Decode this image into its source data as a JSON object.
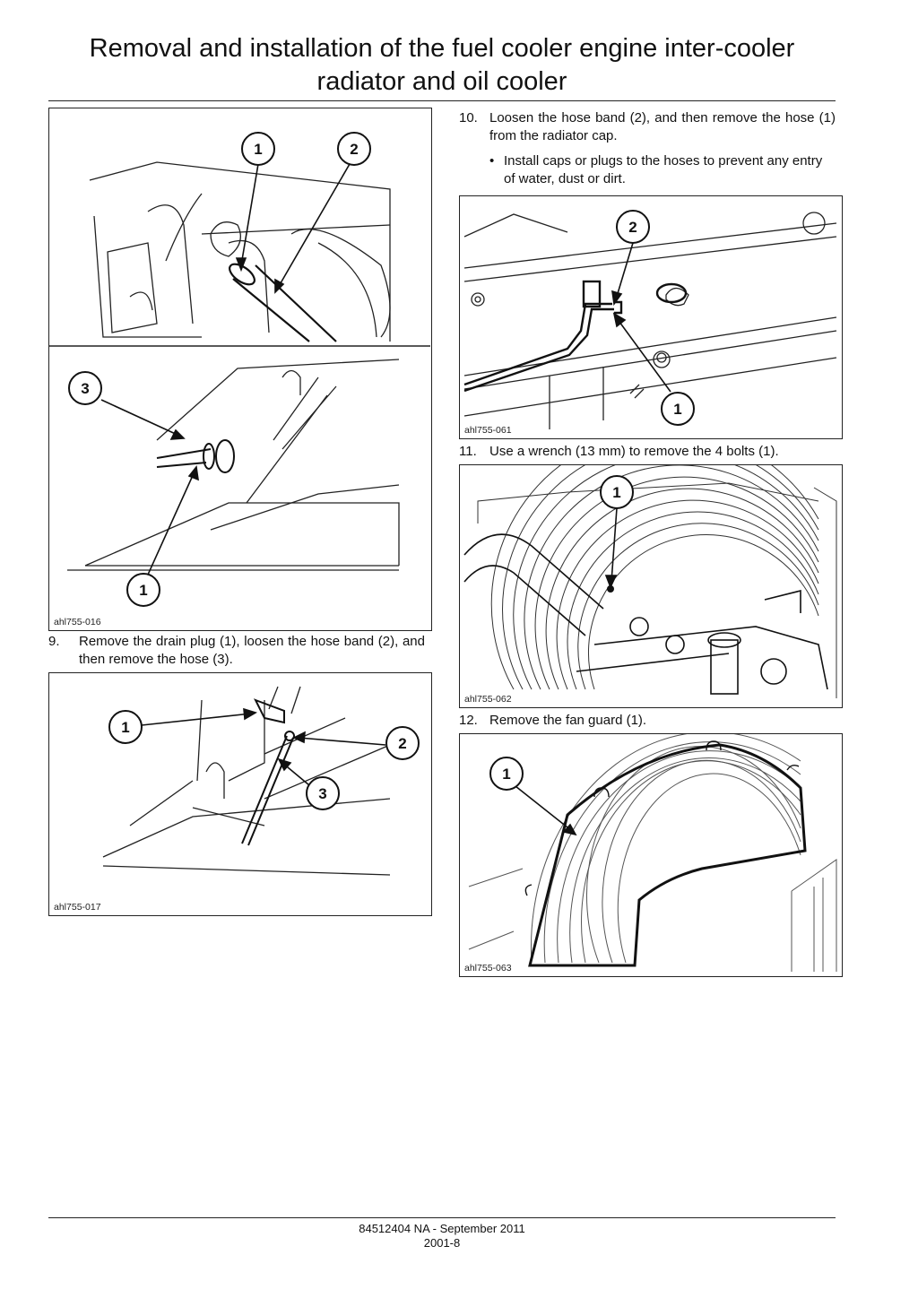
{
  "page": {
    "title": "Removal and installation of the fuel cooler engine inter-cooler radiator and oil cooler"
  },
  "figures": {
    "f016": {
      "id": "ahl755-016",
      "callouts": [
        "1",
        "2",
        "3",
        "1"
      ]
    },
    "f017": {
      "id": "ahl755-017",
      "callouts": [
        "1",
        "2",
        "3"
      ]
    },
    "f061": {
      "id": "ahl755-061",
      "callouts": [
        "2",
        "1"
      ]
    },
    "f062": {
      "id": "ahl755-062",
      "callouts": [
        "1"
      ]
    },
    "f063": {
      "id": "ahl755-063",
      "callouts": [
        "1"
      ]
    }
  },
  "steps": {
    "s9": {
      "num": "9.",
      "text": "Remove the drain plug (1), loosen the hose band (2), and then remove the hose (3)."
    },
    "s10": {
      "num": "10.",
      "text": "Loosen the hose band (2), and then remove the hose (1) from the radiator cap.",
      "bullet": "Install caps or plugs to the hoses to prevent any entry of water, dust or dirt."
    },
    "s11": {
      "num": "11.",
      "text": "Use a wrench (13 mm) to remove the 4 bolts (1)."
    },
    "s12": {
      "num": "12.",
      "text": "Remove the fan guard (1)."
    }
  },
  "footer": {
    "doc": "84512404 NA - September 2011",
    "page": "2001-8"
  }
}
